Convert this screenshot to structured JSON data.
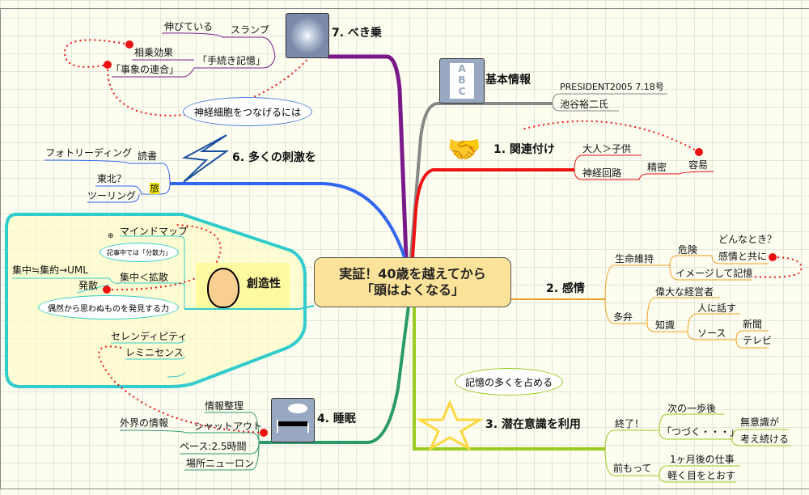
{
  "center": {
    "line1": "実証！40歳を越えてから",
    "line2": "「頭はよくなる」"
  },
  "branches": {
    "basic": {
      "label": "基本情報",
      "icon": "abc-document-icon",
      "children": [
        "PRESIDENT2005 7.18号",
        "池谷裕二氏"
      ]
    },
    "b1": {
      "label": "1. 関連付け",
      "icon": "handshake-icon",
      "children": [
        "大人＞子供",
        "神経回路",
        "精密",
        "容易"
      ]
    },
    "b2": {
      "label": "2. 感情",
      "children": [
        "生命維持",
        "危険",
        "どんなとき？",
        "感情と共に",
        "イメージして記憶",
        "多弁",
        "偉大な経営者",
        "知識",
        "人に話す",
        "ソース",
        "新聞",
        "テレビ"
      ]
    },
    "b3": {
      "label": "3. 潜在意識を利用",
      "icon": "star-icon",
      "callout": "記憶の多くを占める",
      "children": [
        "終了！",
        "次の一歩後",
        "「つづく・・・」",
        "無意識が",
        "考え続ける",
        "前もって",
        "1ヶ月後の仕事",
        "軽く目をとおす"
      ]
    },
    "b4": {
      "label": "4. 睡眠",
      "icon": "sleep-bed-icon",
      "children": [
        "情報整理",
        "シャットアウト",
        "外界の情報",
        "ペース:2.5時間",
        "場所ニューロン"
      ]
    },
    "b5": {
      "label": "創造性",
      "icon": "thinking-head-icon",
      "callouts": [
        "記事中では「分散力」",
        "偶然から思わぬものを発見する力"
      ],
      "children": [
        "マインドマップ",
        "集中＜拡散",
        "集中≒集約→UML",
        "発散",
        "セレンディピティ",
        "レミニセンス"
      ]
    },
    "b6": {
      "label": "6. 多くの刺激を",
      "icon": "lightning-icon",
      "callout": "神経細胞をつなげるには",
      "children": [
        "読書",
        "フォトリーディング",
        "旅",
        "東北？",
        "ツーリング"
      ]
    },
    "b7": {
      "label": "7. べき乗",
      "icon": "galaxy-icon",
      "children": [
        "スランプ",
        "伸びている",
        "「手続き記憶」",
        "相乗効果",
        "「事象の連合」"
      ]
    }
  },
  "colors": {
    "b1": "#ee1111",
    "b2": "#f5a020",
    "b3": "#99cc22",
    "b4": "#2a9a6a",
    "b5": "#33cccc",
    "b6": "#3366ee",
    "b7": "#7a1a8a",
    "basic": "#888888",
    "link": "#ee1111"
  }
}
